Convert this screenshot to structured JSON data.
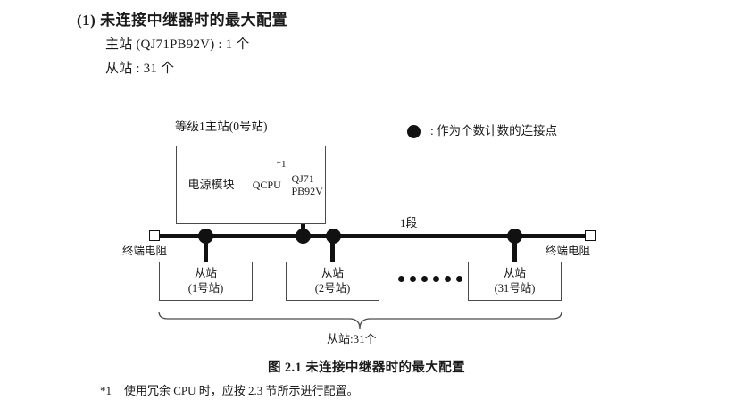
{
  "section": {
    "heading": "(1) 未连接中继器时的最大配置",
    "spec_master": "主站 (QJ71PB92V) : 1 个",
    "spec_slave": "从站 : 31 个"
  },
  "legend": {
    "symbol": "filled-circle",
    "text": ": 作为个数计数的连接点"
  },
  "diagram": {
    "master_caption": "等级1主站(0号站)",
    "rack": {
      "power_module": "电源模块",
      "cpu": "QCPU",
      "cpu_note": "*1",
      "network_line1": "QJ71",
      "network_line2": "PB92V"
    },
    "segment_label": "1段",
    "terminator_left": "终端电阻",
    "terminator_right": "终端电阻",
    "slaves": [
      {
        "name": "从站",
        "station": "(1号站)"
      },
      {
        "name": "从站",
        "station": "(2号站)"
      },
      {
        "name": "从站",
        "station": "(31号站)"
      }
    ],
    "ellipsis_dots": 6,
    "brace_label": "从站:31个"
  },
  "figure": {
    "caption": "图 2.1  未连接中继器时的最大配置"
  },
  "footnote": {
    "mark": "*1",
    "text": "使用冗余 CPU 时，应按 2.3 节所示进行配置。"
  },
  "colors": {
    "ink": "#1a1a1a",
    "line": "#111111",
    "box_border": "#4a4a4a",
    "background": "#ffffff"
  }
}
